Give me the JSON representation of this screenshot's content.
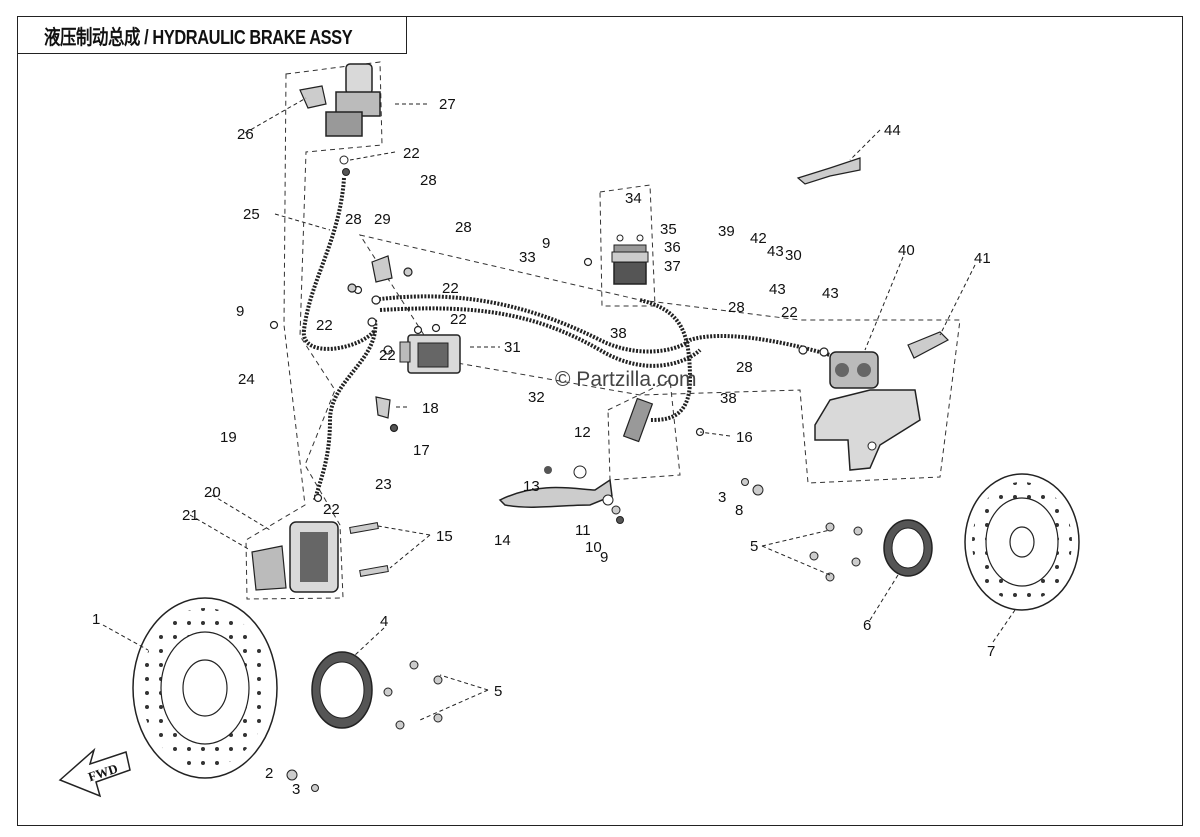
{
  "title": "液压制动总成 / HYDRAULIC BRAKE ASSY",
  "watermark": "© Partzilla.com",
  "direction_label": "FWD",
  "callouts": [
    "1",
    "2",
    "3",
    "3",
    "4",
    "5",
    "5",
    "6",
    "7",
    "8",
    "9",
    "9",
    "9",
    "10",
    "11",
    "12",
    "13",
    "14",
    "15",
    "16",
    "17",
    "18",
    "19",
    "20",
    "21",
    "22",
    "22",
    "22",
    "22",
    "22",
    "22",
    "22",
    "23",
    "24",
    "25",
    "26",
    "27",
    "28",
    "28",
    "28",
    "28",
    "28",
    "29",
    "30",
    "31",
    "32",
    "33",
    "34",
    "35",
    "36",
    "37",
    "38",
    "38",
    "39",
    "40",
    "41",
    "42",
    "43",
    "43",
    "43",
    "44"
  ],
  "colors": {
    "line": "#222222",
    "part_fill": "#d9d9d9",
    "part_dark": "#555555"
  }
}
